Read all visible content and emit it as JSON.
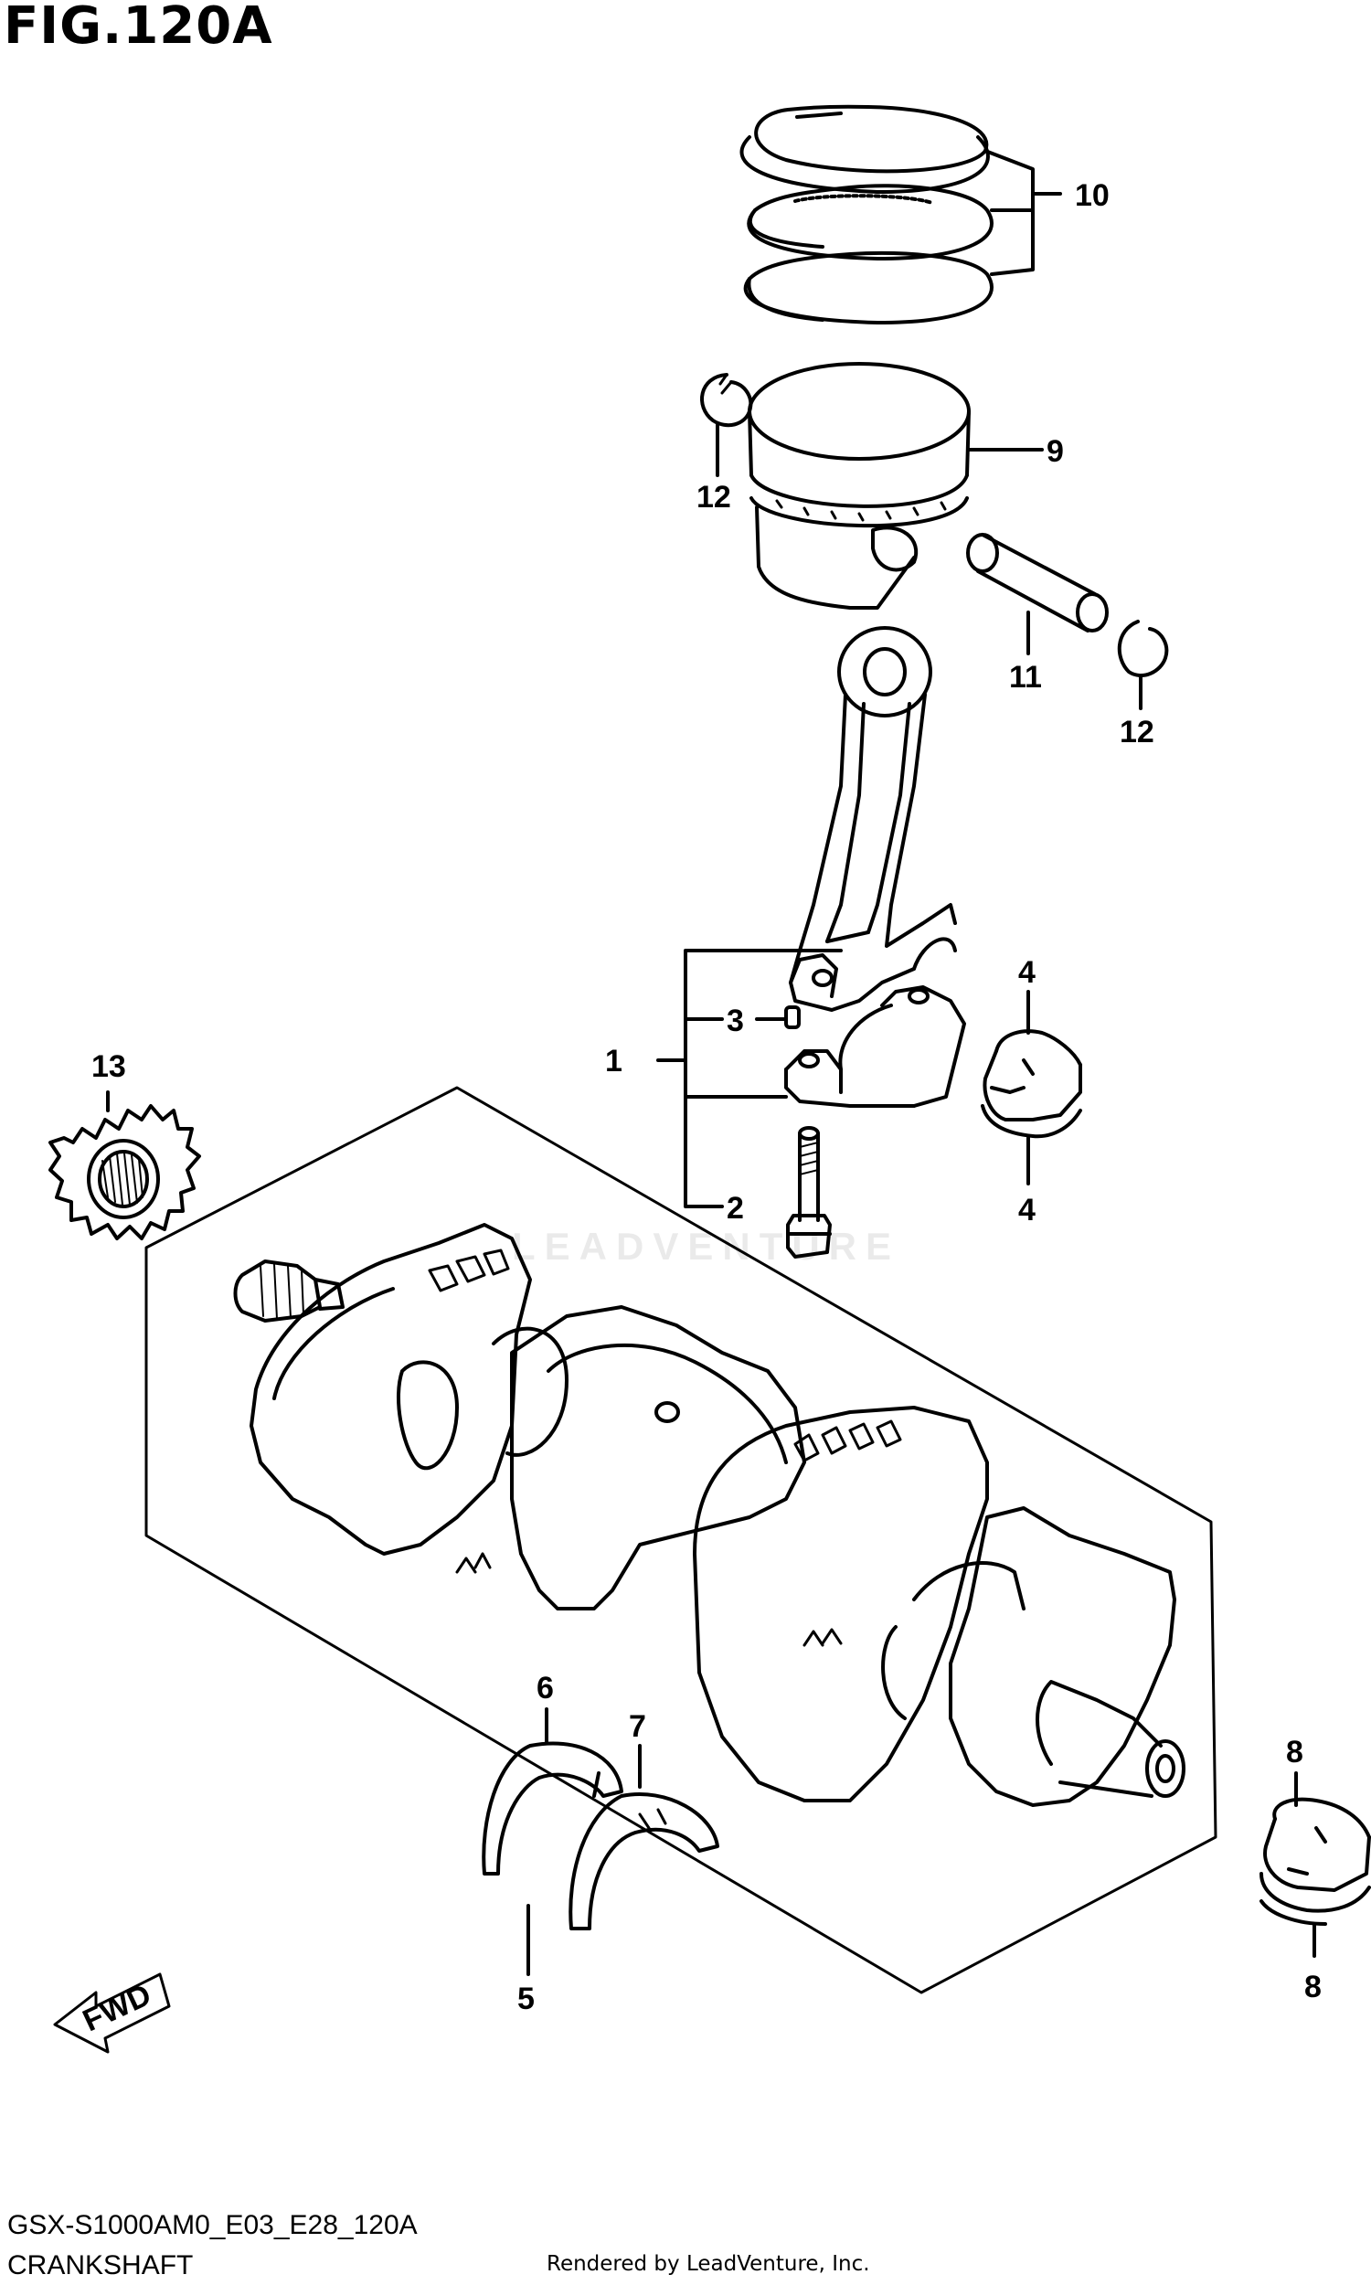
{
  "title": "FIG.120A",
  "model_code": "GSX-S1000AM0_E03_E28_120A",
  "section_name": "CRANKSHAFT",
  "rendered_by": "Rendered by LeadVenture, Inc.",
  "watermark": "LEADVENTURE",
  "fwd_label": "FWD",
  "callouts": {
    "c1": "1",
    "c2": "2",
    "c3": "3",
    "c4a": "4",
    "c4b": "4",
    "c5": "5",
    "c6": "6",
    "c7": "7",
    "c8a": "8",
    "c8b": "8",
    "c9": "9",
    "c10": "10",
    "c11": "11",
    "c12a": "12",
    "c12b": "12",
    "c13": "13"
  },
  "parts": [
    {
      "ref": "1",
      "part": "connecting-rod-assembly"
    },
    {
      "ref": "2",
      "part": "connecting-rod-bolt"
    },
    {
      "ref": "3",
      "part": "dowel-pin"
    },
    {
      "ref": "4",
      "part": "conrod-bearing"
    },
    {
      "ref": "5",
      "part": "crankshaft"
    },
    {
      "ref": "6",
      "part": "thrust-bearing"
    },
    {
      "ref": "7",
      "part": "thrust-bearing"
    },
    {
      "ref": "8",
      "part": "crankshaft-journal-bearing"
    },
    {
      "ref": "9",
      "part": "piston"
    },
    {
      "ref": "10",
      "part": "piston-ring-set"
    },
    {
      "ref": "11",
      "part": "piston-pin"
    },
    {
      "ref": "12",
      "part": "piston-pin-circlip"
    },
    {
      "ref": "13",
      "part": "primary-drive-gear"
    }
  ]
}
